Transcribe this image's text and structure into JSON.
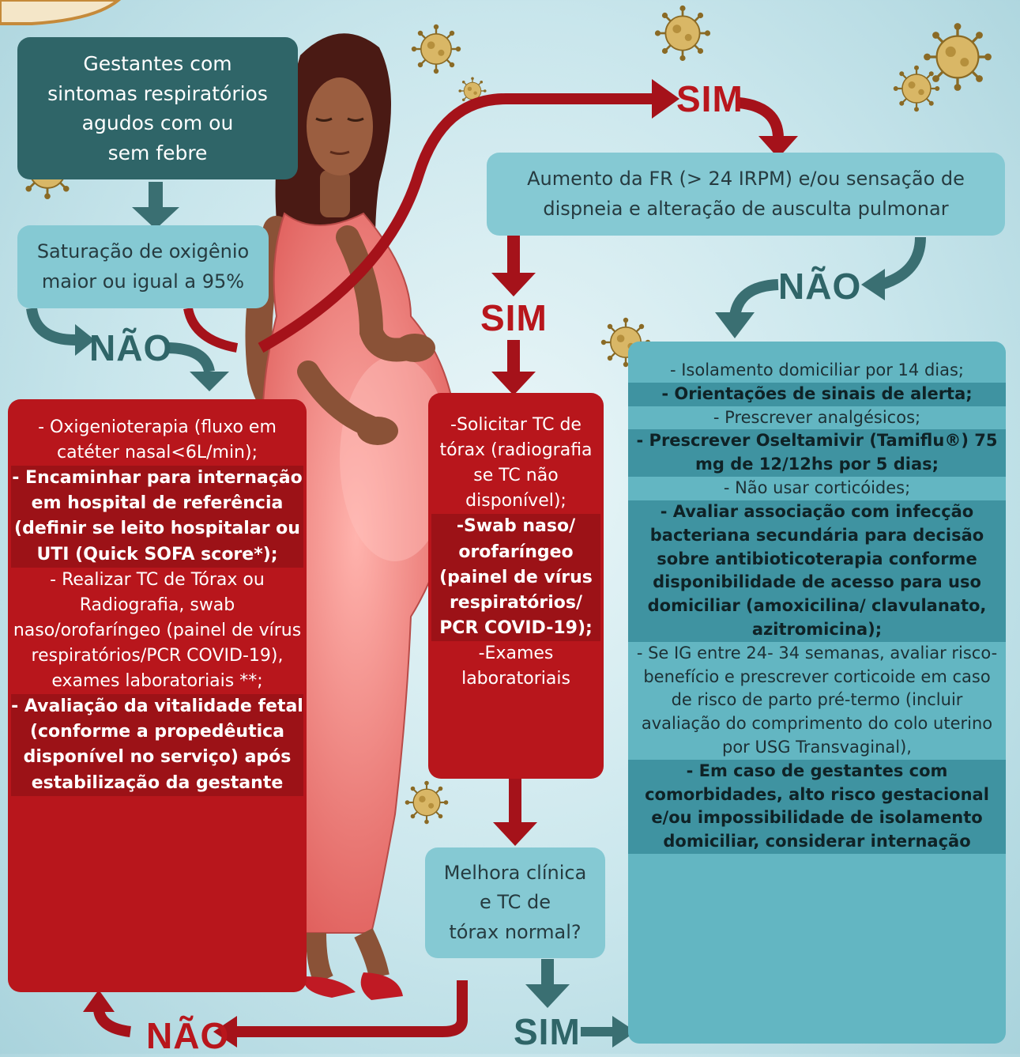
{
  "boxes": {
    "start": [
      "Gestantes com",
      "sintomas respiratórios",
      "agudos com ou",
      "sem febre"
    ],
    "saturation": [
      "Saturação de oxigênio",
      "maior ou igual a 95%"
    ],
    "fr": [
      "Aumento da FR (> 24 IRPM) e/ou sensação de",
      "dispneia e alteração de ausculta pulmonar"
    ],
    "hospital": [
      {
        "text": "- Oxigenioterapia (fluxo em catéter nasal<6L/min);",
        "style": "normal"
      },
      {
        "text": "- Encaminhar para internação em hospital de referência (definir se leito hospitalar ou UTI (Quick SOFA score*);",
        "style": "bold-alt"
      },
      {
        "text": "- Realizar TC de Tórax ou Radiografia, swab naso/orofaríngeo (painel de vírus respiratórios/PCR COVID-19), exames laboratoriais **;",
        "style": "normal"
      },
      {
        "text": "- Avaliação da vitalidade fetal (conforme a propedêutica disponível no serviço) após estabilização da gestante",
        "style": "bold-alt"
      }
    ],
    "exams": [
      {
        "text": "-Solicitar TC de tórax (radiografia se TC não disponível);",
        "style": "normal"
      },
      {
        "text": "-Swab naso/ orofaríngeo (painel de vírus respiratórios/ PCR COVID-19);",
        "style": "bold-alt"
      },
      {
        "text": "-Exames laboratoriais",
        "style": "normal"
      }
    ],
    "improvement": [
      "Melhora clínica",
      "e TC de",
      "tórax normal?"
    ],
    "home": [
      {
        "text": "- Isolamento domiciliar por 14 dias;",
        "style": "light"
      },
      {
        "text": "- Orientações de sinais de alerta;",
        "style": "dark"
      },
      {
        "text": "- Prescrever analgésicos;",
        "style": "light"
      },
      {
        "text": "- Prescrever Oseltamivir (Tamiflu®) 75 mg de 12/12hs por 5 dias;",
        "style": "dark"
      },
      {
        "text": "- Não usar corticóides;",
        "style": "light"
      },
      {
        "text": "- Avaliar associação com infecção bacteriana secundária para decisão sobre antibioticoterapia conforme disponibilidade de acesso para uso domiciliar (amoxicilina/ clavulanato, azitromicina);",
        "style": "dark"
      },
      {
        "text": "- Se IG entre 24- 34 semanas, avaliar risco-benefício e prescrever corticoide em caso de risco de parto pré-termo (incluir avaliação do comprimento do colo uterino por USG Transvaginal),",
        "style": "light"
      },
      {
        "text": "- Em caso de gestantes com comorbidades, alto risco gestacional e/ou impossibilidade de isolamento domiciliar, considerar internação",
        "style": "dark"
      }
    ]
  },
  "labels": {
    "sim_top": "SIM",
    "sim_mid": "SIM",
    "sim_bottom": "SIM",
    "nao_left": "NÃO",
    "nao_right": "NÃO",
    "nao_bottom": "NÃO"
  },
  "colors": {
    "teal_dark": "#2f6568",
    "teal_light": "#85c9d3",
    "info_bg": "#63b6c2",
    "red": "#b8161c",
    "arrow_red": "#a5121a",
    "arrow_teal": "#3a6f72",
    "skin": "#8a5237",
    "dress": "#f0807d",
    "hair": "#4a1a14"
  },
  "icons": [
    "virus-icon",
    "pregnant-woman-illustration",
    "arrow-icon"
  ]
}
